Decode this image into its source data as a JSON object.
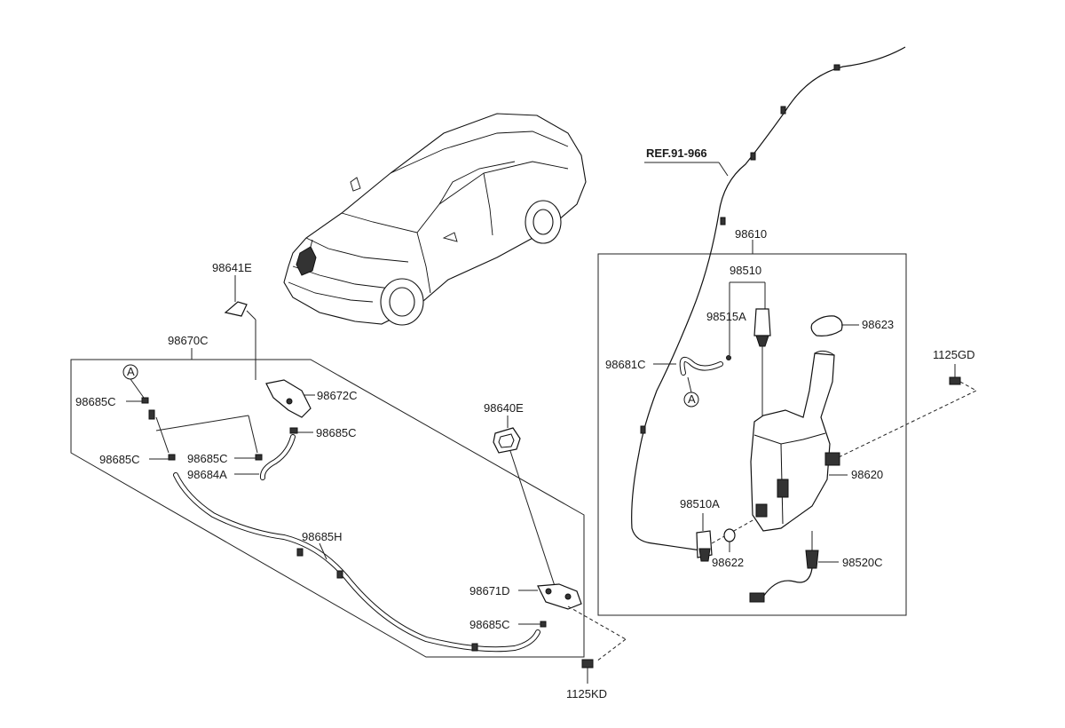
{
  "diagram": {
    "ref": "REF.91-966",
    "marker": "A",
    "labels": {
      "p98641E": "98641E",
      "p98670C": "98670C",
      "p98685C_a": "98685C",
      "p98672C": "98672C",
      "p98685C_b": "98685C",
      "p98685C_c": "98685C",
      "p98685C_d": "98685C",
      "p98684A": "98684A",
      "p98685H": "98685H",
      "p98640E": "98640E",
      "p98671D": "98671D",
      "p98685C_e": "98685C",
      "p1125KD": "1125KD",
      "p98610": "98610",
      "p98510": "98510",
      "p98515A": "98515A",
      "p98623": "98623",
      "p98681C": "98681C",
      "p1125GD": "1125GD",
      "p98620": "98620",
      "p98510A": "98510A",
      "p98622": "98622",
      "p98520C": "98520C"
    }
  }
}
